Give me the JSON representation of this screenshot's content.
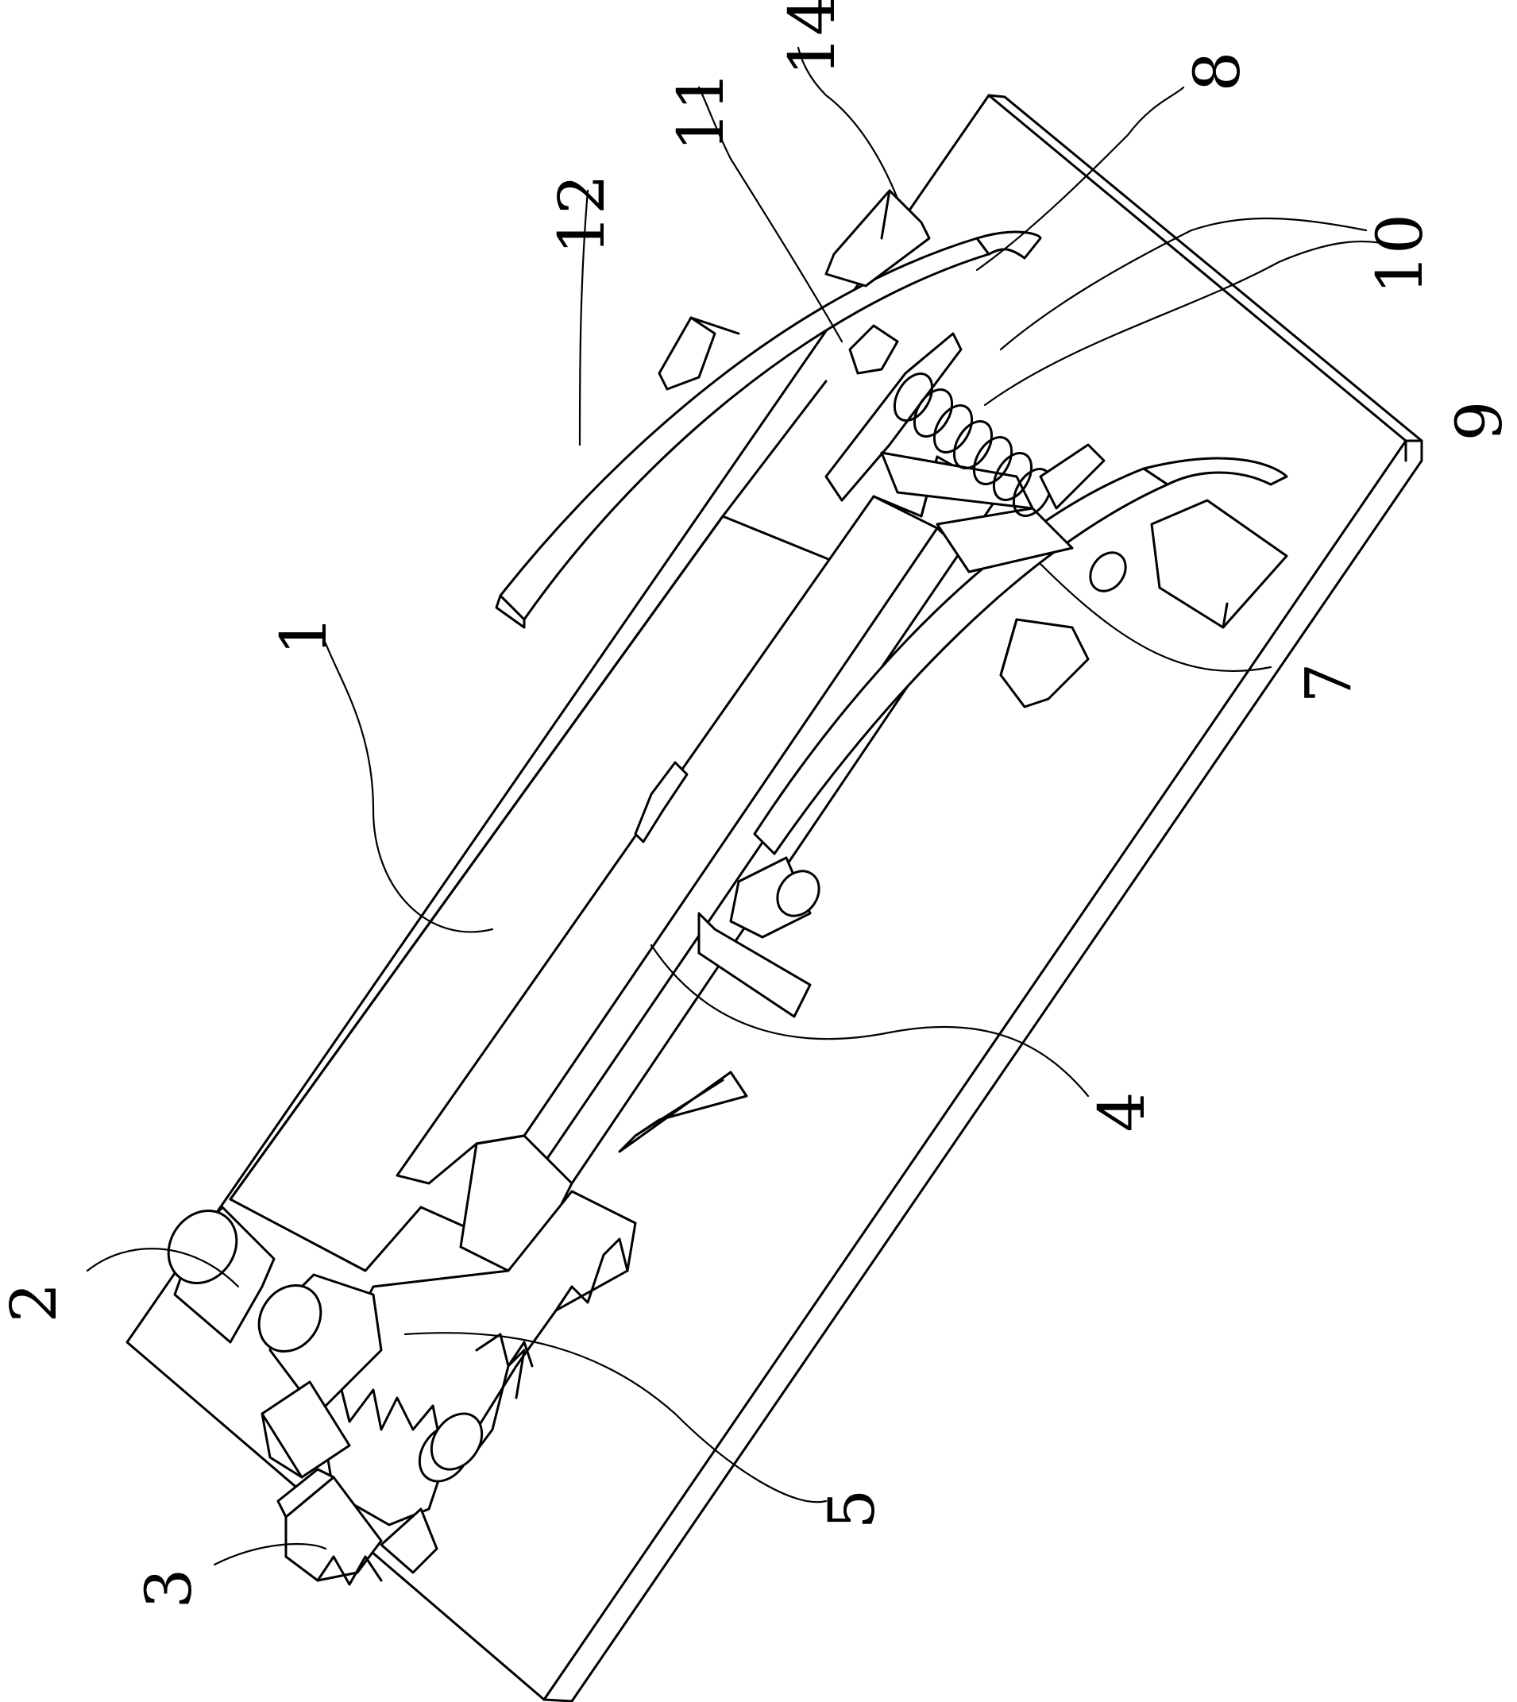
{
  "figure": {
    "labels": {
      "l1": "1",
      "l2": "2",
      "l3": "3",
      "l4": "4",
      "l5": "5",
      "l7": "7",
      "l8": "8",
      "l9": "9",
      "l10": "10",
      "l11": "11",
      "l12": "12",
      "l14": "14"
    },
    "line_color": "#000000",
    "background": "#ffffff"
  }
}
